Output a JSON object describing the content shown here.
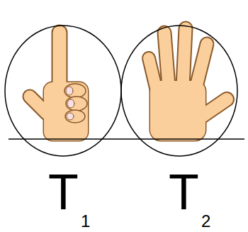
{
  "diagram": {
    "labels": [
      "T",
      "1",
      "T",
      "2"
    ]
  }
}
